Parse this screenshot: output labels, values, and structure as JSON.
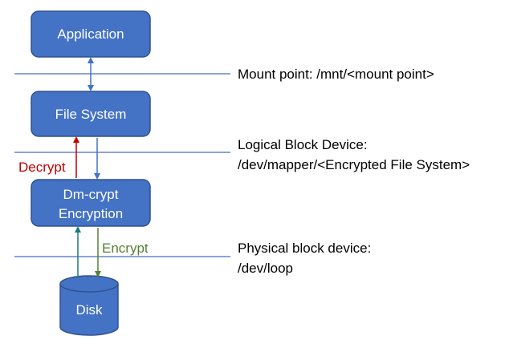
{
  "colors": {
    "box_fill": "#4472C4",
    "box_stroke": "#2F528F",
    "divider": "#4472C4",
    "arrow_blue": "#4472C4",
    "decrypt_red": "#C00000",
    "encrypt_green": "#548235",
    "read_arrow_teal": "#1F7A7A"
  },
  "boxes": {
    "application": "Application",
    "file_system": "File System",
    "dm_crypt_line1": "Dm-crypt",
    "dm_crypt_line2": "Encryption",
    "disk": "Disk"
  },
  "arrow_labels": {
    "decrypt": "Decrypt",
    "encrypt": "Encrypt"
  },
  "layers": {
    "mount_point": "Mount point: /mnt/<mount point>",
    "logical_block_line1": "Logical Block Device:",
    "logical_block_line2": "/dev/mapper/<Encrypted File System>",
    "physical_block_line1": "Physical block device:",
    "physical_block_line2": "/dev/loop"
  }
}
